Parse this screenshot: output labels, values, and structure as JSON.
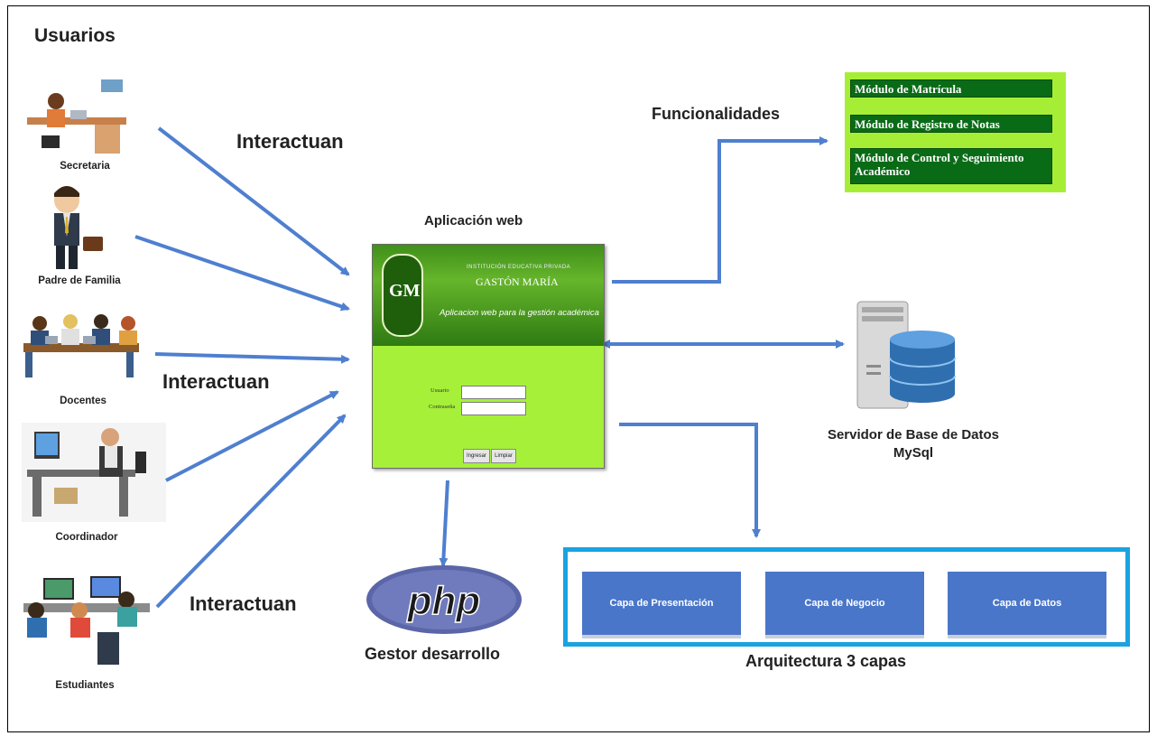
{
  "users": {
    "title": "Usuarios",
    "items": [
      {
        "label": "Secretaria"
      },
      {
        "label": "Padre de Familia"
      },
      {
        "label": "Docentes"
      },
      {
        "label": "Coordinador"
      },
      {
        "label": "Estudiantes"
      }
    ],
    "interact_labels": [
      "Interactuan",
      "Interactuan",
      "Interactuan"
    ]
  },
  "webapp": {
    "title": "Aplicación web",
    "crest": "GM",
    "institution": "INSTITUCIÓN EDUCATIVA PRIVADA",
    "school_name": "GASTÓN MARÍA",
    "tagline": "Aplicacion web para la gestión académica",
    "user_label": "Usuario",
    "password_label": "Contraseña",
    "login_button": "Ingresar",
    "clear_button": "Limpiar"
  },
  "functionalities": {
    "title": "Funcionalidades",
    "modules": [
      "Módulo de Matrícula",
      "Módulo de Registro de Notas",
      "Módulo de Control y Seguimiento Académico"
    ]
  },
  "database": {
    "label_line1": "Servidor de Base de Datos",
    "label_line2": "MySql"
  },
  "dev": {
    "logo": "php",
    "label": "Gestor desarrollo"
  },
  "architecture": {
    "title": "Arquitectura 3 capas",
    "layers": [
      "Capa de Presentación",
      "Capa de Negocio",
      "Capa de Datos"
    ]
  },
  "colors": {
    "arrow": "#4f7fcf",
    "module_bg": "#0a6b16",
    "module_frame": "#a6ee36",
    "arch_border": "#1aa3e0",
    "layer_bg": "#4a76c9"
  }
}
